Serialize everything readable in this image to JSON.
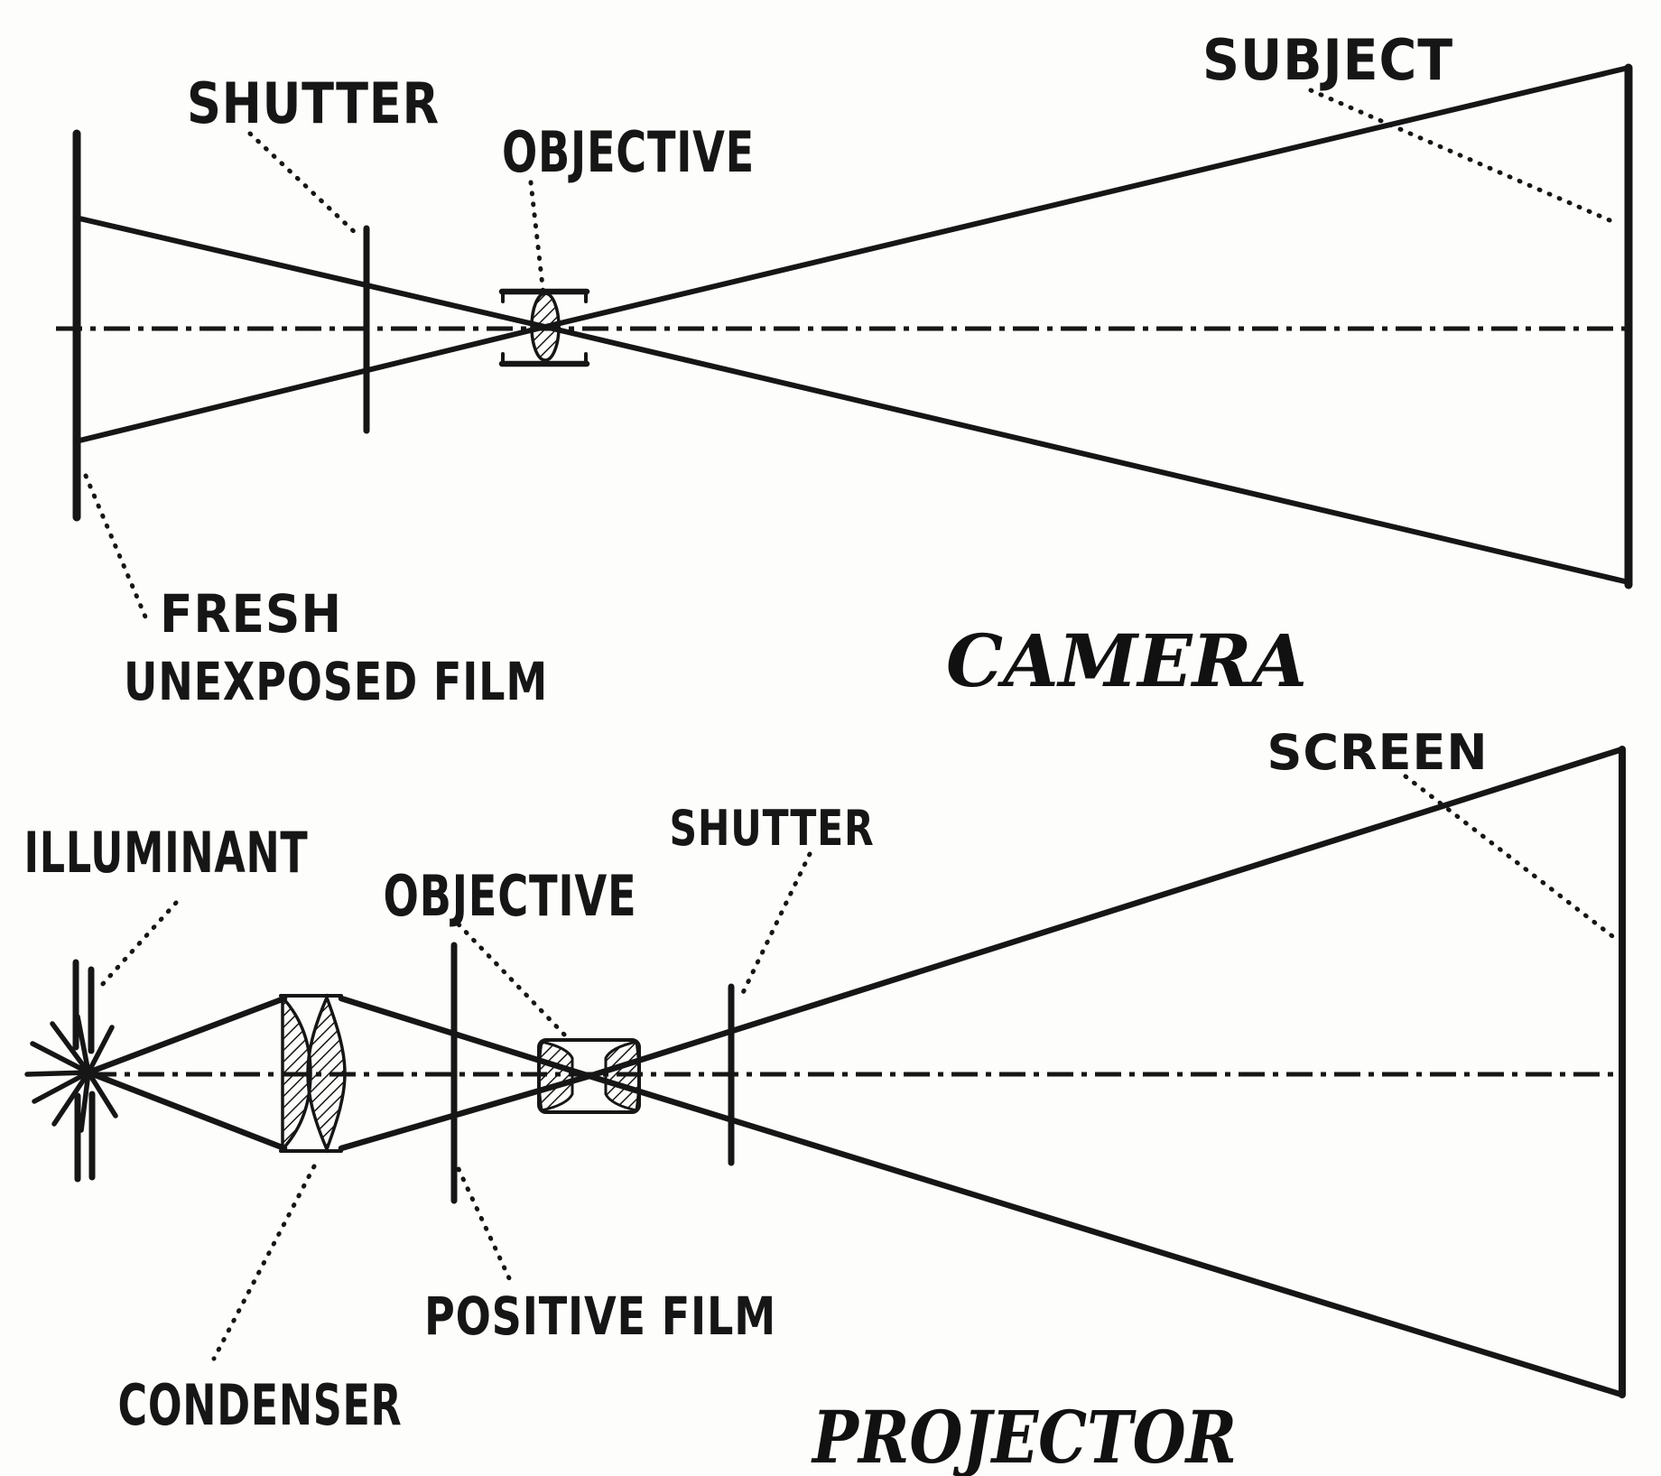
{
  "figure": {
    "description": "Optical path diagrams comparing a motion-picture camera and a projector",
    "ink_color": "#161616",
    "paper_color": "#fdfdfb",
    "camera": {
      "caption": "CAMERA",
      "labels": {
        "shutter": "SHUTTER",
        "objective": "OBJECTIVE",
        "subject": "SUBJECT",
        "film_line1": "FRESH",
        "film_line2": "UNEXPOSED FILM"
      }
    },
    "projector": {
      "caption": "PROJECTOR",
      "labels": {
        "illuminant": "ILLUMINANT",
        "condenser": "CONDENSER",
        "positive_film": "POSITIVE FILM",
        "objective": "OBJECTIVE",
        "shutter": "SHUTTER",
        "screen": "SCREEN"
      }
    }
  }
}
